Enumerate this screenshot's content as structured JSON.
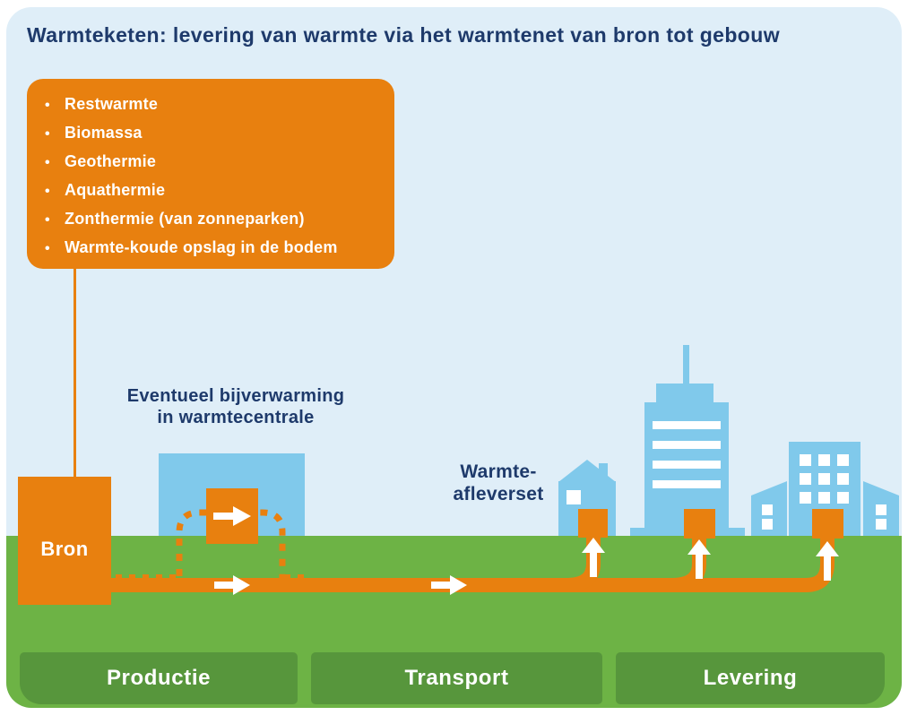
{
  "title": "Warmteketen: levering van warmte via het warmtenet van bron tot gebouw",
  "sources": {
    "bullet": "•",
    "items": [
      "Restwarmte",
      "Biomassa",
      "Geothermie",
      "Aquathermie",
      "Zonthermie (van zonneparken)",
      "Warmte-koude opslag in de bodem"
    ]
  },
  "labels": {
    "bron": "Bron",
    "bijverwarming_line1": "Eventueel bijverwarming",
    "bijverwarming_line2": "in warmtecentrale",
    "afleverset_line1": "Warmte-",
    "afleverset_line2": "afleverset"
  },
  "stages": [
    {
      "label": "Productie"
    },
    {
      "label": "Transport"
    },
    {
      "label": "Levering"
    }
  ],
  "icons": {
    "flow_right_arrow": "white right arrow",
    "flow_up_arrow": "white up arrow"
  },
  "colors": {
    "accent_orange": "#E8800F",
    "sky_blue": "#DFEEF8",
    "building_blue": "#80C9EB",
    "ground_green": "#6DB345",
    "stage_green": "#57963C",
    "title_navy": "#1E3A6B",
    "white": "#FFFFFF"
  }
}
